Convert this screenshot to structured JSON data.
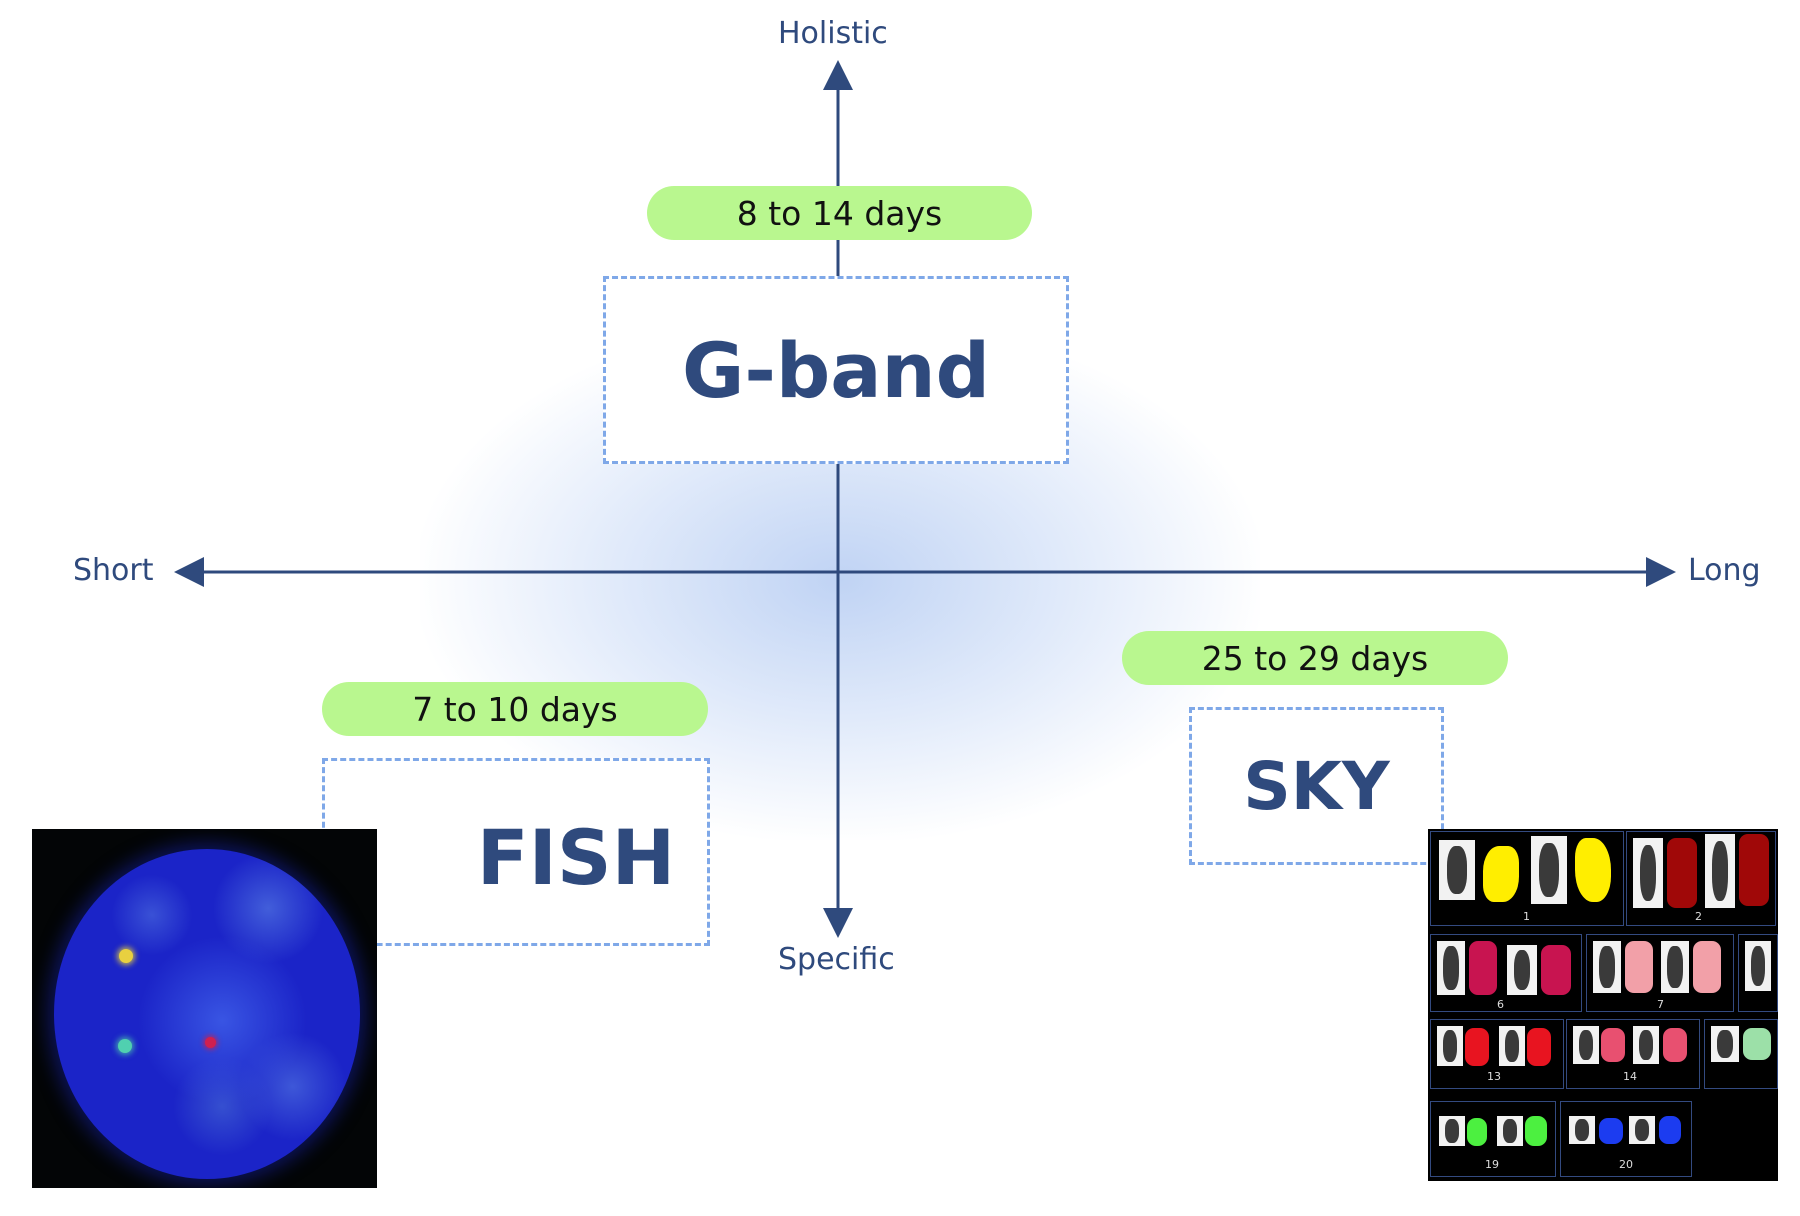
{
  "axes": {
    "top": "Holistic",
    "bottom": "Specific",
    "left": "Short",
    "right": "Long"
  },
  "methods": [
    {
      "id": "gband",
      "name": "G-band",
      "duration": "8 to 14 days"
    },
    {
      "id": "fish",
      "name": "FISH",
      "duration": "7 to 10 days"
    },
    {
      "id": "sky",
      "name": "SKY",
      "duration": "25 to 29 days"
    }
  ],
  "sky_image": {
    "chromosome_numbers": [
      "1",
      "2",
      "6",
      "7",
      "13",
      "14",
      "19",
      "20"
    ]
  },
  "colors": {
    "axis": "#2f4a7d",
    "duration_pill": "#b9f78f",
    "box_border": "#7fa8e8"
  }
}
